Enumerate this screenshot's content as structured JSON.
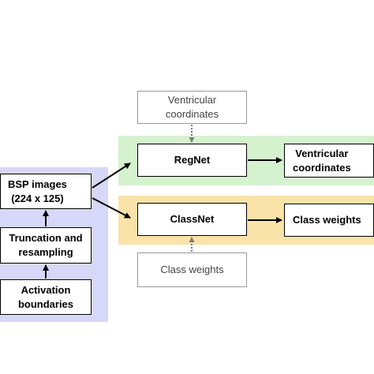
{
  "colors": {
    "input_panel": "#d7d7f9",
    "regnet_panel": "#d5f2cf",
    "classnet_panel": "#f9e3a8",
    "box_border": "#000000",
    "external_input_border": "#9a9a9a",
    "external_input_text": "#444444"
  },
  "nodes": {
    "activation_boundaries": "Activation\nboundaries",
    "truncation_resampling": "Truncation and\nresampling",
    "bsp_images": "BSP images\n(224 x 125)",
    "ventricular_coordinates_input": "Ventricular\ncoordinates",
    "regnet": "RegNet",
    "ventricular_coordinates_output": "Ventricular\ncoordinates",
    "classnet": "ClassNet",
    "class_weights_output": "Class weights",
    "class_weights_input": "Class weights"
  },
  "edges": [
    {
      "from": "activation_boundaries",
      "to": "truncation_resampling",
      "style": "solid"
    },
    {
      "from": "truncation_resampling",
      "to": "bsp_images",
      "style": "solid"
    },
    {
      "from": "bsp_images",
      "to": "regnet",
      "style": "solid"
    },
    {
      "from": "bsp_images",
      "to": "classnet",
      "style": "solid"
    },
    {
      "from": "regnet",
      "to": "ventricular_coordinates_output",
      "style": "solid"
    },
    {
      "from": "classnet",
      "to": "class_weights_output",
      "style": "solid"
    },
    {
      "from": "ventricular_coordinates_input",
      "to": "regnet",
      "style": "dotted"
    },
    {
      "from": "class_weights_input",
      "to": "classnet",
      "style": "dotted"
    }
  ]
}
